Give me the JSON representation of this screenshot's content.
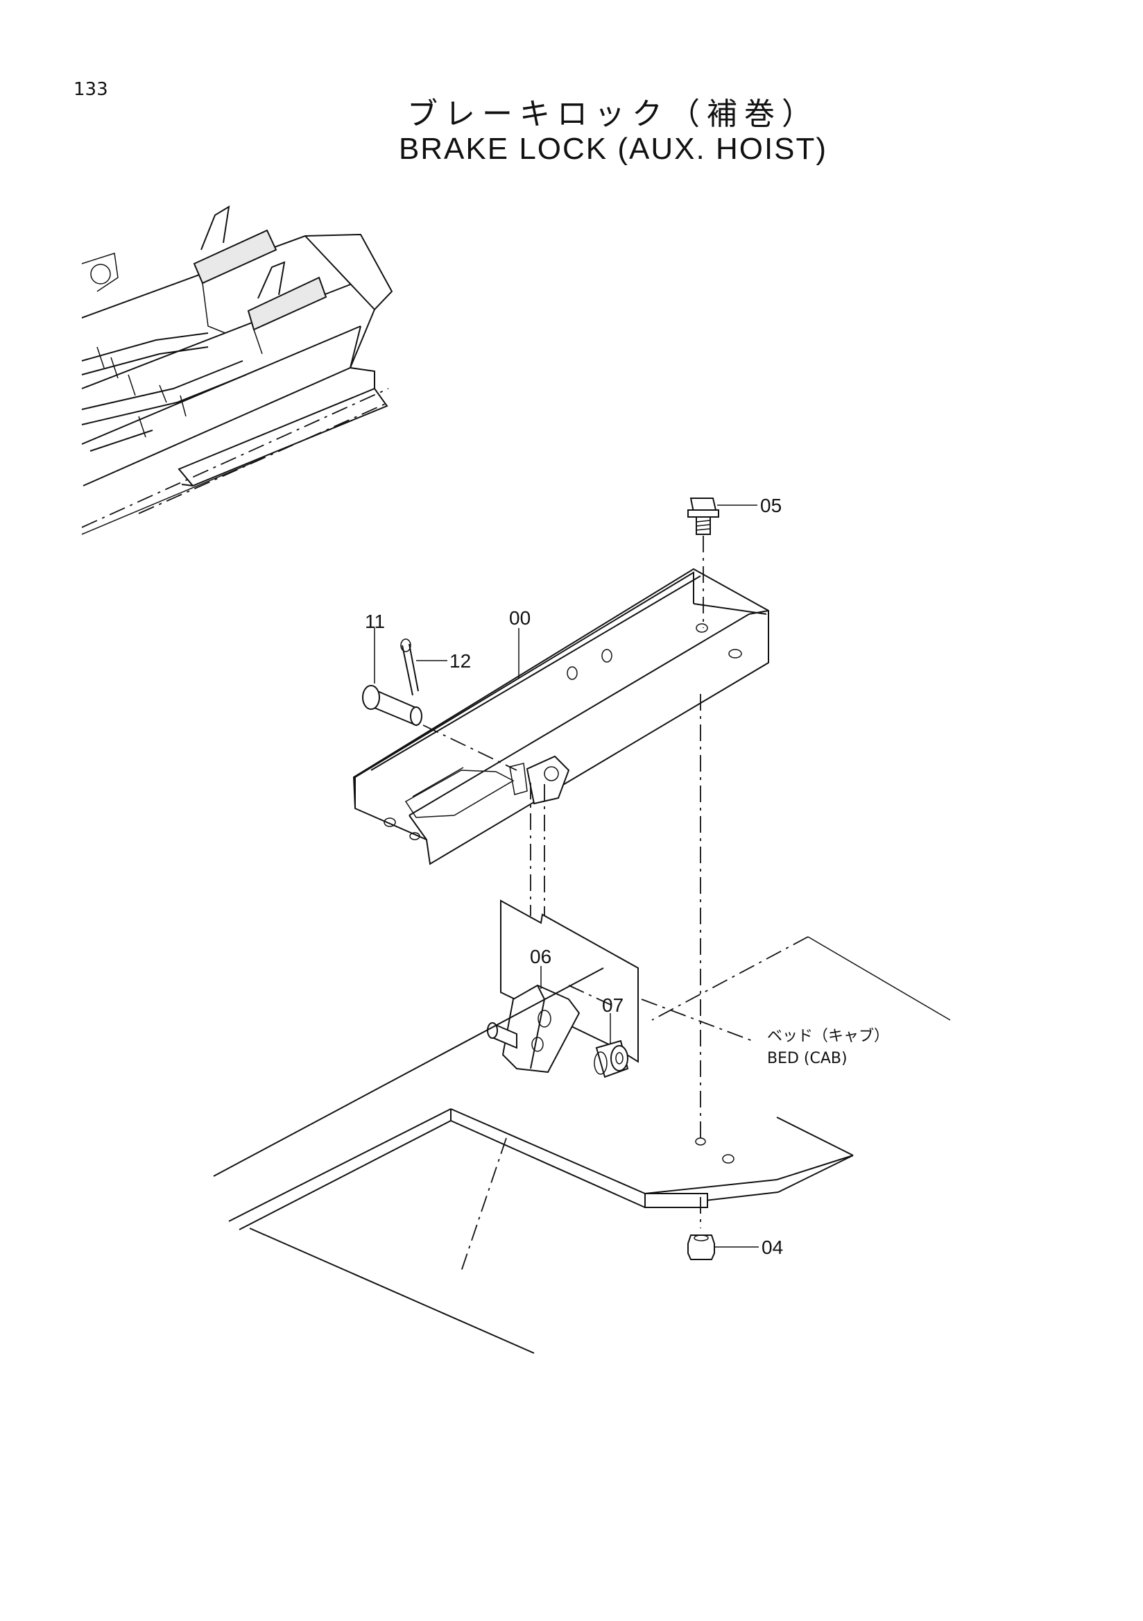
{
  "page_number": "133",
  "title_jp": "ブレーキロック（補巻）",
  "title_en": "BRAKE LOCK (AUX. HOIST)",
  "callouts": {
    "p00": "00",
    "p04": "04",
    "p05": "05",
    "p06": "06",
    "p07": "07",
    "p11": "11",
    "p12": "12"
  },
  "bed_label": {
    "jp": "ベッド（キャブ）",
    "en": "BED (CAB)"
  }
}
